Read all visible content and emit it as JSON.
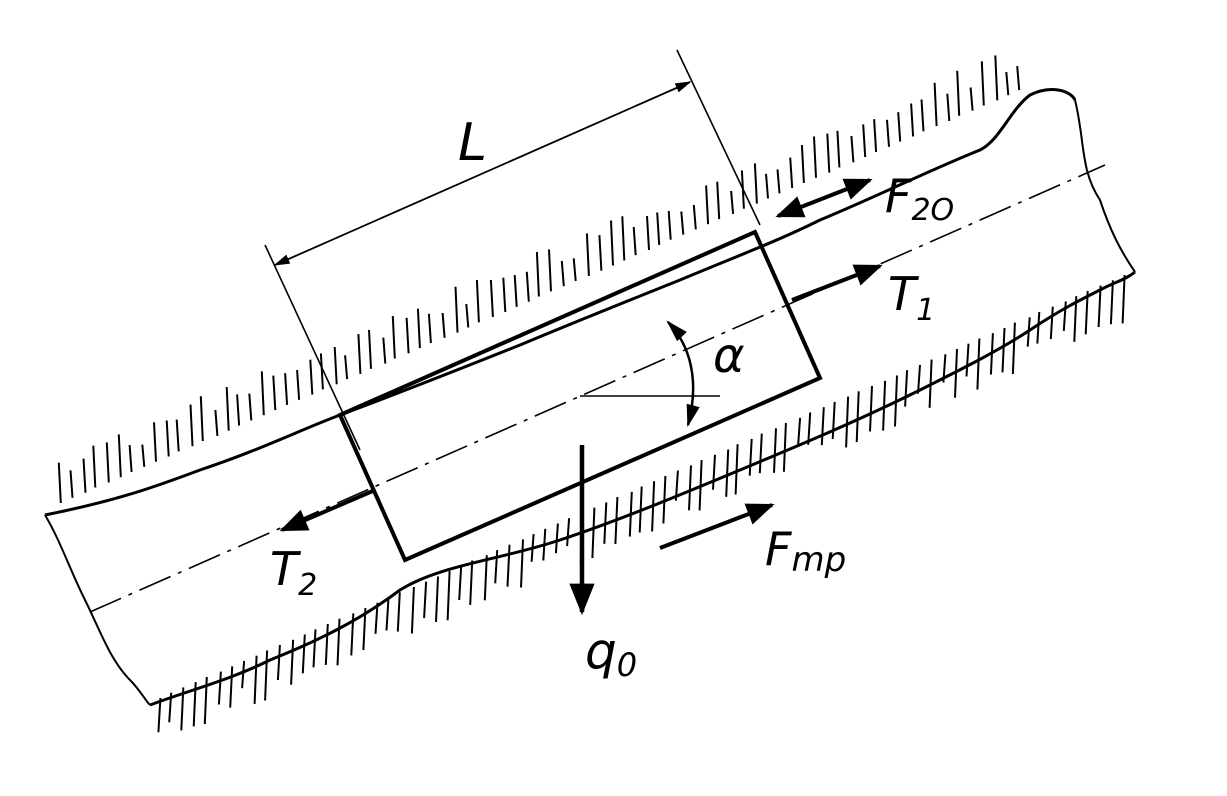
{
  "labels": {
    "length": "L",
    "force_f2o": "F",
    "force_f2o_sub": "2O",
    "tension_1": "T",
    "tension_1_sub": "1",
    "tension_2": "T",
    "tension_2_sub": "2",
    "friction": "F",
    "friction_sub": "mp",
    "weight": "q",
    "weight_sub": "0",
    "angle": "α"
  },
  "colors": {
    "ink": "#000000",
    "paper": "#ffffff"
  }
}
